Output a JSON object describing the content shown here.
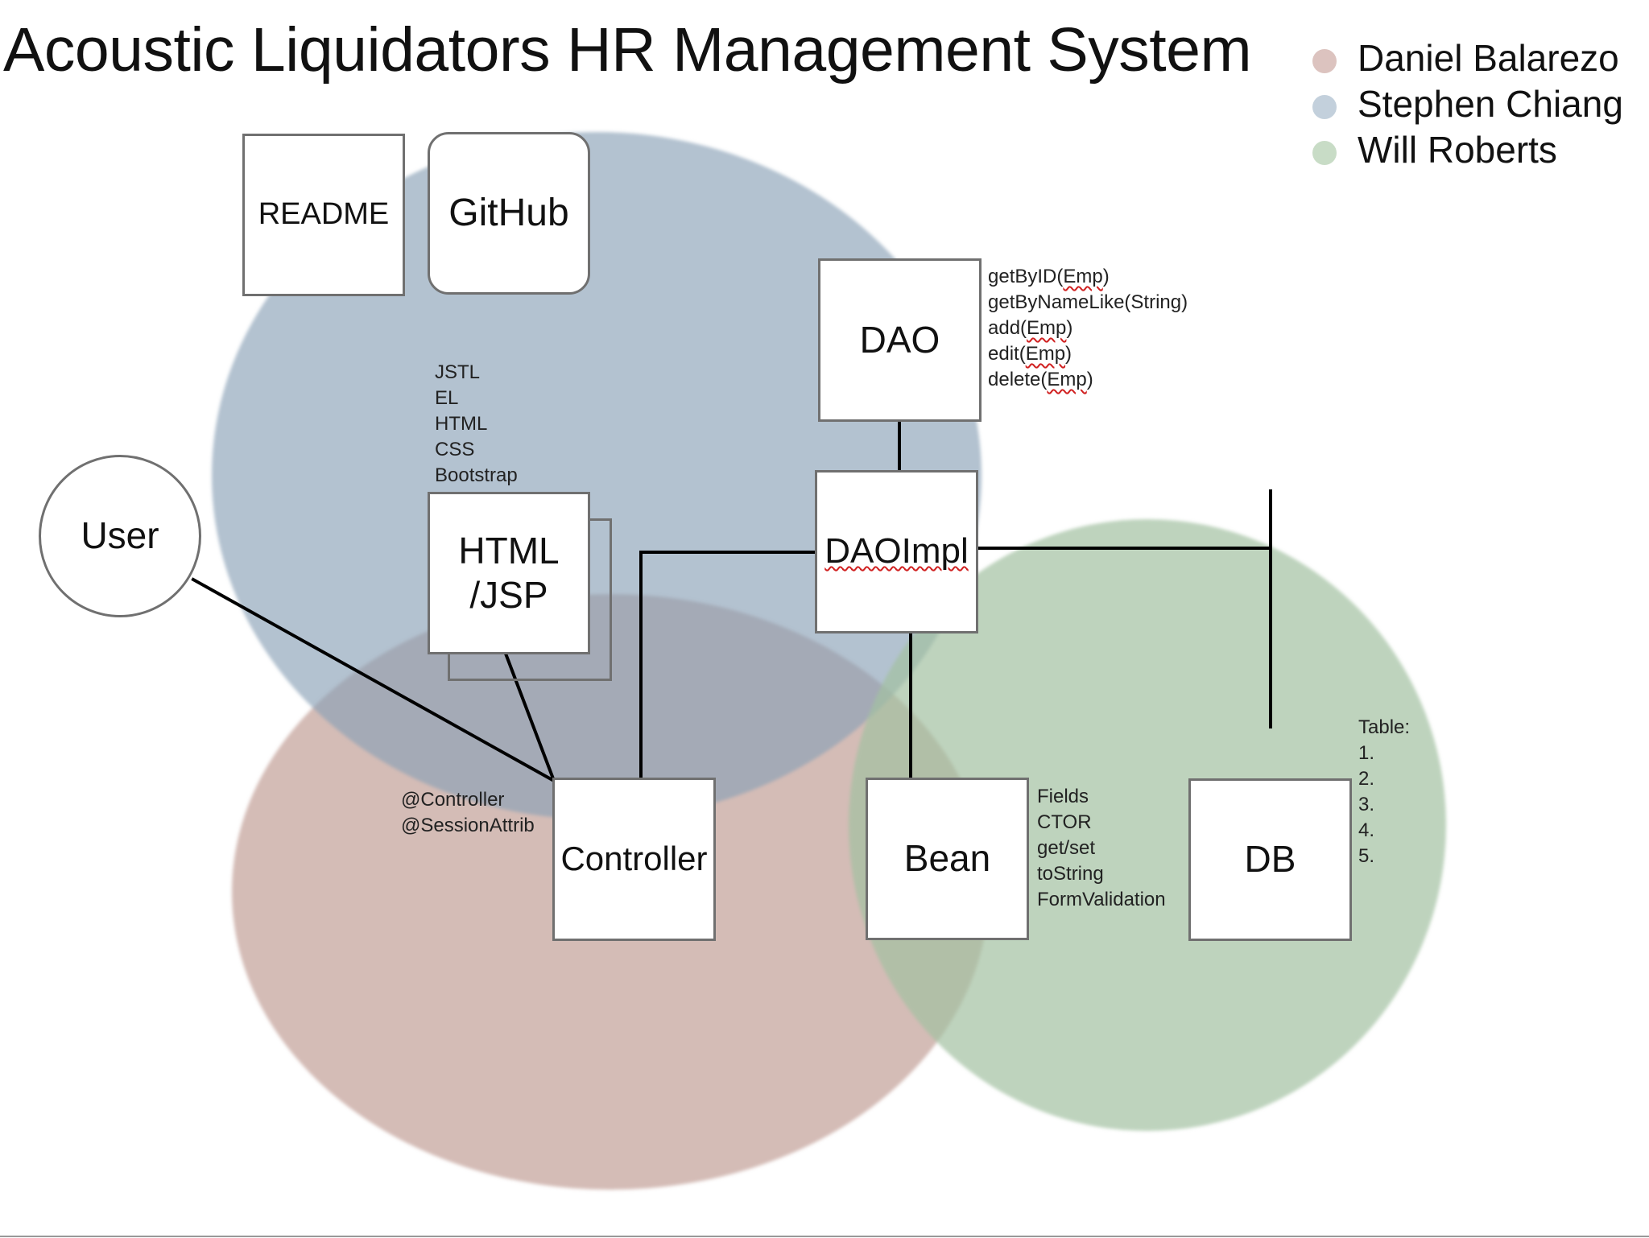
{
  "title": "Acoustic Liquidators HR Management System",
  "legend": [
    {
      "name": "Daniel Balarezo",
      "color": "#cfb5af"
    },
    {
      "name": "Stephen Chiang",
      "color": "#b3c3d0"
    },
    {
      "name": "Will Roberts",
      "color": "#bdd2bb"
    }
  ],
  "nodes": {
    "readme": "README",
    "github": "GitHub",
    "dao": "DAO",
    "daoimpl": "DAOImpl",
    "html_jsp": "HTML\n/JSP",
    "user": "User",
    "controller": "Controller",
    "bean": "Bean",
    "db": "DB"
  },
  "notes": {
    "view_tech": [
      "JSTL",
      "EL",
      "HTML",
      "CSS",
      "Bootstrap"
    ],
    "dao_methods": [
      {
        "pre": "getByID(",
        "word": "Emp",
        "post": ")"
      },
      {
        "pre": "getByNameLike(String)",
        "word": "",
        "post": ""
      },
      {
        "pre": "add(",
        "word": "Emp",
        "post": ")"
      },
      {
        "pre": "edit(",
        "word": "Emp",
        "post": ")"
      },
      {
        "pre": "delete(",
        "word": "Emp",
        "post": ")"
      }
    ],
    "controller_annotations": [
      "@Controller",
      "@SessionAttrib"
    ],
    "bean_members": [
      "Fields",
      "CTOR",
      "get/set",
      "toString",
      "FormValidation"
    ],
    "db_table": [
      "Table:",
      "1.",
      "2.",
      "3.",
      "4.",
      "5."
    ]
  }
}
